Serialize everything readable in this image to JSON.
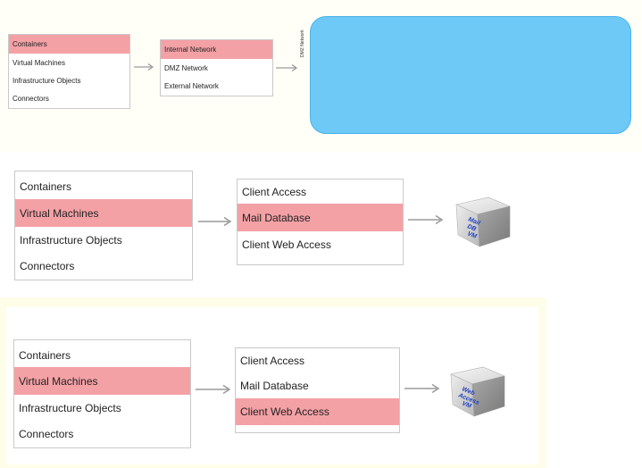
{
  "colors": {
    "selected": "#f4a1a6",
    "dmz_panel": "#6ec9f6",
    "cube_text": "#1f3fc4",
    "arrow": "#9a9a9a"
  },
  "row1": {
    "menu1": [
      "Containers",
      "Virtual Machines",
      "Infrastructure Objects",
      "Connectors"
    ],
    "menu1_selected": 0,
    "menu2": [
      "Internal Network",
      "DMZ Network",
      "External Network"
    ],
    "menu2_selected": 0,
    "panel_label": "DMZ Network"
  },
  "row2": {
    "menu1": [
      "Containers",
      "Virtual Machines",
      "Infrastructure Objects",
      "Connectors"
    ],
    "menu1_selected": 1,
    "menu2": [
      "Client Access",
      "Mail Database",
      "Client Web Access"
    ],
    "menu2_selected": 1,
    "cube_lines": [
      "Mail",
      "DB",
      "VM"
    ]
  },
  "row3": {
    "menu1": [
      "Containers",
      "Virtual Machines",
      "Infrastructure Objects",
      "Connectors"
    ],
    "menu1_selected": 1,
    "menu2": [
      "Client Access",
      "Mail Database",
      "Client Web Access"
    ],
    "menu2_selected": 2,
    "cube_lines": [
      "Web",
      "Access",
      "VM"
    ]
  }
}
